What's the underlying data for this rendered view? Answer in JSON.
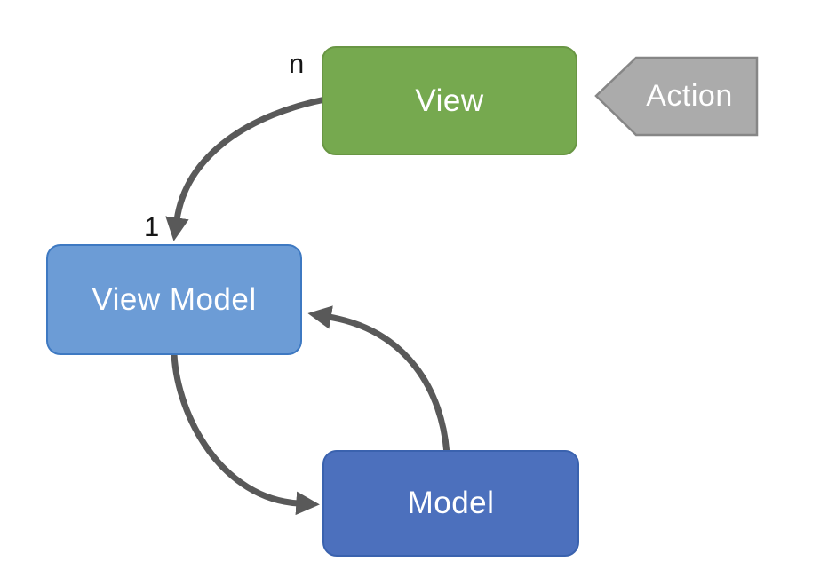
{
  "diagram": {
    "canvas_background": "#FFFFFF",
    "nodes": {
      "view": {
        "label": "View",
        "multiplicity": "n",
        "fill": "#76A94F",
        "border": "#699644"
      },
      "view_model": {
        "label": "View Model",
        "multiplicity": "1",
        "fill": "#6C9CD6",
        "border": "#3E79C2"
      },
      "model": {
        "label": "Model",
        "fill": "#4C70BD",
        "border": "#3A62AE"
      },
      "action": {
        "label": "Action",
        "fill": "#ABABAB",
        "border": "#868686"
      }
    },
    "arrows": {
      "color": "#595959",
      "edges": [
        {
          "from": "view",
          "to": "view_model"
        },
        {
          "from": "view_model",
          "to": "model"
        },
        {
          "from": "model",
          "to": "view_model"
        },
        {
          "from": "action",
          "to": "view"
        }
      ]
    }
  }
}
